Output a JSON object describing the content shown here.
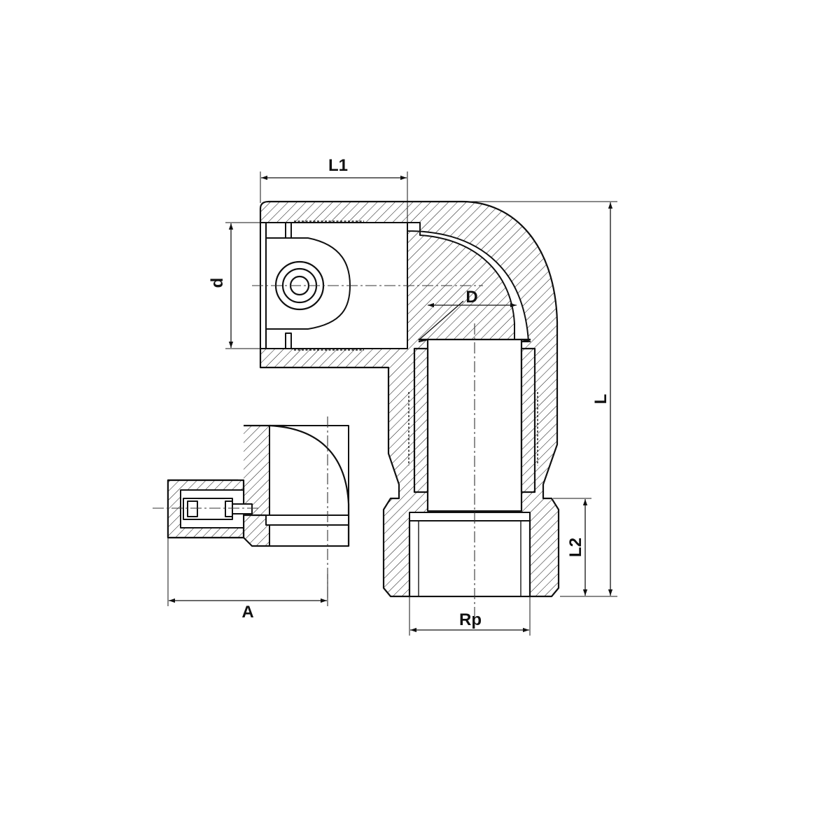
{
  "drawing": {
    "labels": {
      "L1": "L1",
      "d": "d",
      "D": "D",
      "L": "L",
      "L2": "L2",
      "A": "A",
      "Rp": "Rp"
    }
  }
}
